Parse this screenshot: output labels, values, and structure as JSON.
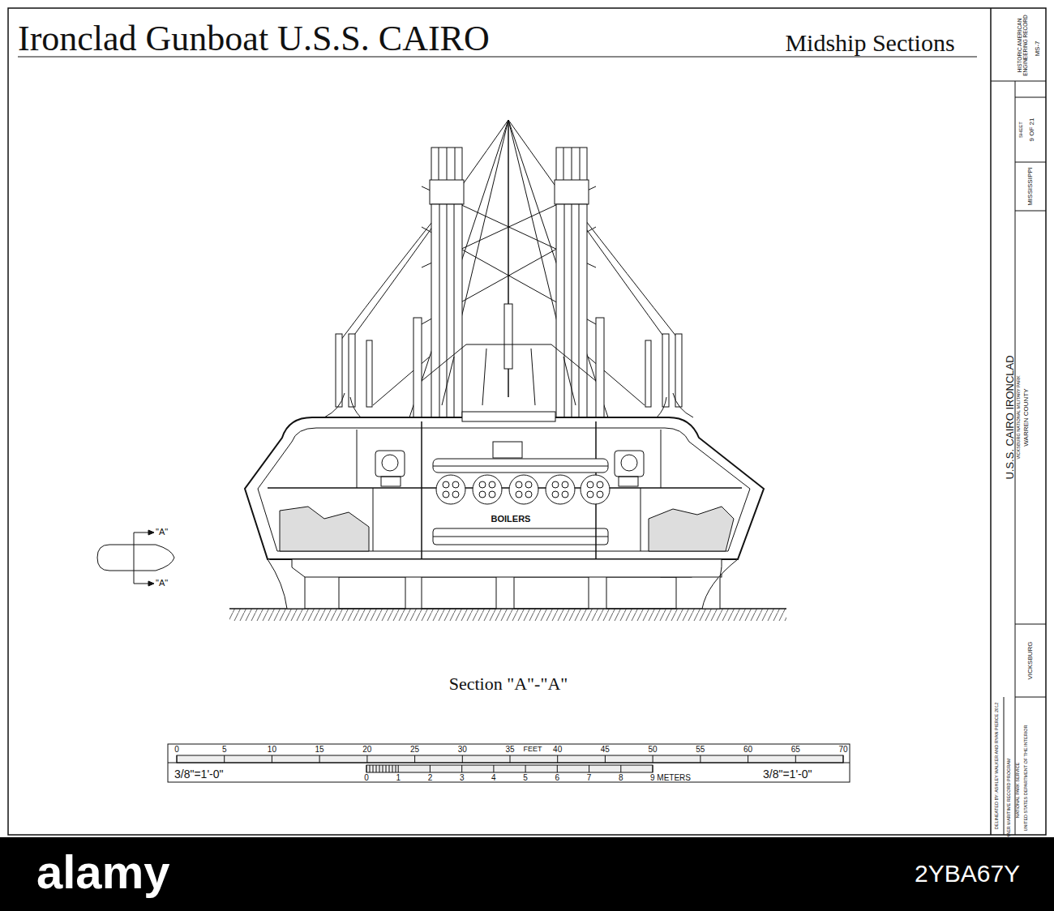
{
  "diagram": {
    "title": "Ironclad Gunboat U.S.S. CAIRO",
    "caption": "Section \"A\"-\"A\"",
    "labels": [
      "Midship Sections",
      "BOILERS",
      "\"A\"",
      "\"A\"",
      "0",
      "5",
      "10",
      "15",
      "20",
      "25",
      "30",
      "35",
      "40",
      "45",
      "50",
      "55",
      "60",
      "65",
      "70",
      "FEET",
      "0",
      "1",
      "2",
      "3",
      "4",
      "5",
      "6",
      "7",
      "8",
      "9 METERS",
      "3/8\"=1'-0\"",
      "3/8\"=1'-0\"",
      "HISTORIC AMERICAN ENGINEERING RECORD",
      "MS-7",
      "SHEET",
      "9 OF 21",
      "U.S.S. CAIRO IRONCLAD",
      "VICKSBURG NATIONAL MILITARY PARK",
      "WARREN COUNTY",
      "MISSISSIPPI",
      "VICKSBURG",
      "DELINEATED BY: ASHLEY WALKER AND RYAN PIERCE 2012",
      "HAER MARITIME RECORD PROGRAM",
      "NATIONAL PARK SERVICE",
      "UNITED STATES DEPARTMENT OF THE INTERIOR",
      "alamy",
      "2YBA67Y"
    ]
  }
}
